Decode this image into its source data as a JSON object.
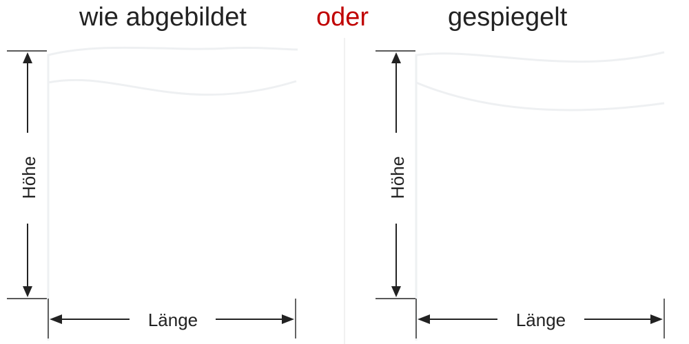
{
  "titles": {
    "left": "wie abgebildet",
    "middle": "oder",
    "right": "gespiegelt"
  },
  "colors": {
    "text": "#222222",
    "accent": "#c00000",
    "outline": "#eef0f2"
  },
  "panels": {
    "left": {
      "height_label": "Höhe",
      "length_label": "Länge"
    },
    "right": {
      "height_label": "Höhe",
      "length_label": "Länge"
    }
  }
}
